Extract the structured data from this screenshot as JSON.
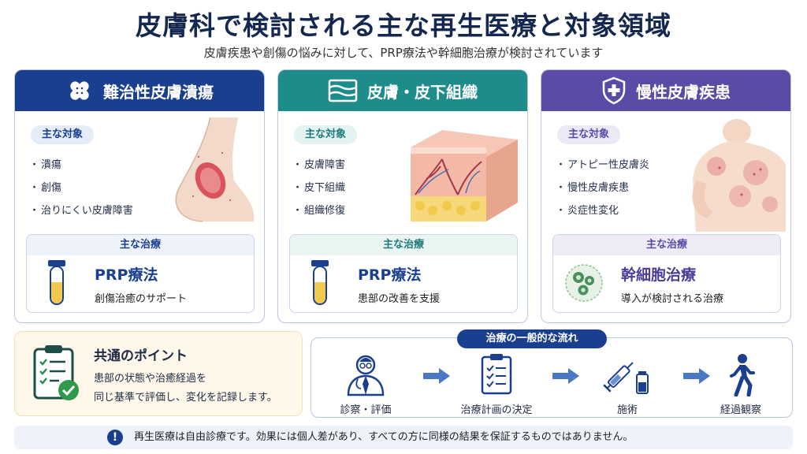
{
  "header": {
    "title": "皮膚科で検討される主な再生医療と対象領域",
    "subtitle": "皮膚疾患や創傷の悩みに対して、PRP療法や幹細胞治療が検討されています"
  },
  "cards": [
    {
      "heading": "難治性皮膚潰瘍",
      "icon": "bandage-icon",
      "color": "#1b3f8f",
      "target_label": "主な対象",
      "targets": [
        "潰瘍",
        "創傷",
        "治りにくい皮膚障害"
      ],
      "treatment_label": "主な治療",
      "treatment_name": "PRP療法",
      "treatment_desc": "創傷治癒のサポート",
      "treatment_icon": "test-tube-icon"
    },
    {
      "heading": "皮膚・皮下組織",
      "icon": "skin-layer-icon",
      "color": "#1f8c8c",
      "target_label": "主な対象",
      "targets": [
        "皮膚障害",
        "皮下組織",
        "組織修復"
      ],
      "treatment_label": "主な治療",
      "treatment_name": "PRP療法",
      "treatment_desc": "患部の改善を支援",
      "treatment_icon": "test-tube-icon"
    },
    {
      "heading": "慢性皮膚疾患",
      "icon": "shield-plus-icon",
      "color": "#5b4aa6",
      "target_label": "主な対象",
      "targets": [
        "アトピー性皮膚炎",
        "慢性皮膚疾患",
        "炎症性変化"
      ],
      "treatment_label": "主な治療",
      "treatment_name": "幹細胞治療",
      "treatment_desc": "導入が検討される治療",
      "treatment_icon": "stem-cell-icon"
    }
  ],
  "common": {
    "title": "共通のポイント",
    "lines": [
      "患部の状態や治癒経過を",
      "同じ基準で評価し、変化を記録します。"
    ]
  },
  "flow": {
    "title": "治療の一般的な流れ",
    "steps": [
      "診察・評価",
      "治療計画の決定",
      "施術",
      "経過観察"
    ]
  },
  "notice": {
    "icon": "!",
    "text": "再生医療は自由診療です。効果には個人差があり、すべての方に同様の結果を保証するものではありません。"
  }
}
